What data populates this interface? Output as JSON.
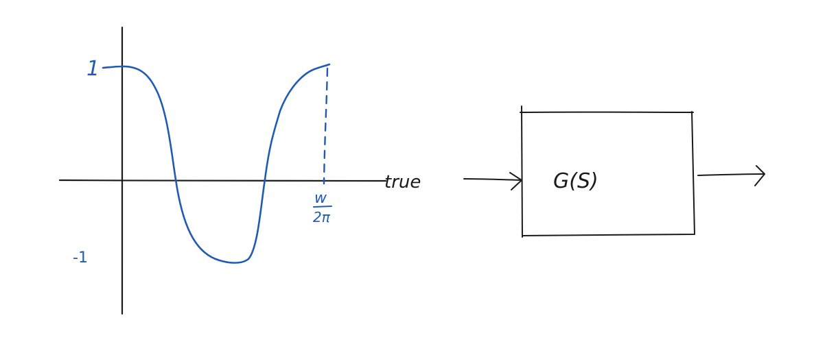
{
  "colors": {
    "axis_ink": "#1a1a1a",
    "curve_ink": "#1f5bb5",
    "box_ink": "#1a1a1a",
    "background": "#ffffff"
  },
  "graph": {
    "y_label_top": "1",
    "y_label_bottom": "-1",
    "x_axis_label": "true",
    "period_label_numerator": "w",
    "period_label_denominator": "2π"
  },
  "block_diagram": {
    "transfer_function": "G(S)"
  }
}
